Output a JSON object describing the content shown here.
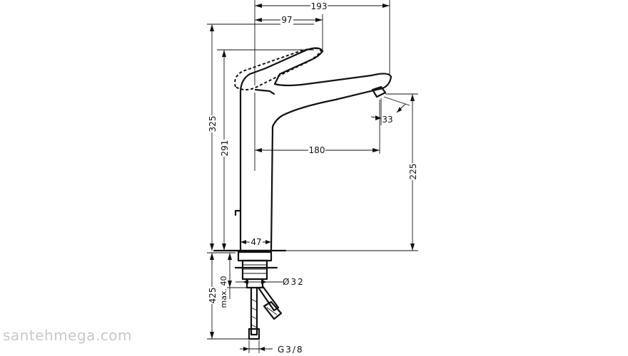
{
  "dimensions": {
    "overall_reach": "193",
    "handle_reach": "97",
    "total_height": "325",
    "spout_height": "291",
    "spout_projection": "180",
    "outlet_height": "225",
    "spray_angle": "33",
    "base_width": "47",
    "hole_diameter": "Ø32",
    "thread": "G3/8",
    "hose_length": "425",
    "deck_thickness": "max. 40"
  },
  "watermark": "santehmega.com",
  "colors": {
    "line": "#111111",
    "watermark": "#c8c8c8",
    "background": "#ffffff"
  }
}
